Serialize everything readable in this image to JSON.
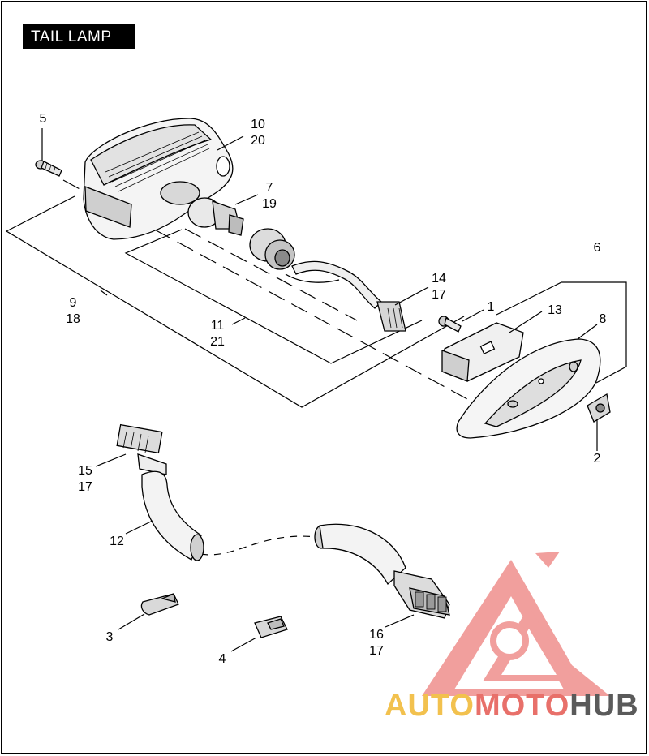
{
  "title": "TAIL LAMP",
  "callouts": [
    {
      "id": "c1",
      "lines": [
        "1"
      ]
    },
    {
      "id": "c2",
      "lines": [
        "2"
      ]
    },
    {
      "id": "c3",
      "lines": [
        "3"
      ]
    },
    {
      "id": "c4",
      "lines": [
        "4"
      ]
    },
    {
      "id": "c5",
      "lines": [
        "5"
      ]
    },
    {
      "id": "c6",
      "lines": [
        "6"
      ]
    },
    {
      "id": "c7",
      "lines": [
        "7",
        "19"
      ]
    },
    {
      "id": "c8",
      "lines": [
        "8"
      ]
    },
    {
      "id": "c9",
      "lines": [
        "9",
        "18"
      ]
    },
    {
      "id": "c10",
      "lines": [
        "10",
        "20"
      ]
    },
    {
      "id": "c11",
      "lines": [
        "11",
        "21"
      ]
    },
    {
      "id": "c12",
      "lines": [
        "12"
      ]
    },
    {
      "id": "c13",
      "lines": [
        "13"
      ]
    },
    {
      "id": "c14",
      "lines": [
        "14",
        "17"
      ]
    },
    {
      "id": "c15",
      "lines": [
        "15",
        "17"
      ]
    },
    {
      "id": "c16",
      "lines": [
        "16",
        "17"
      ]
    }
  ],
  "watermark": {
    "part1": "AUTOMOTO",
    "part2": "HUB",
    "color1": "#f2c14e",
    "color2": "#e8706a",
    "color3": "#5a5a5a",
    "logo_color": "#ef8f8c"
  }
}
